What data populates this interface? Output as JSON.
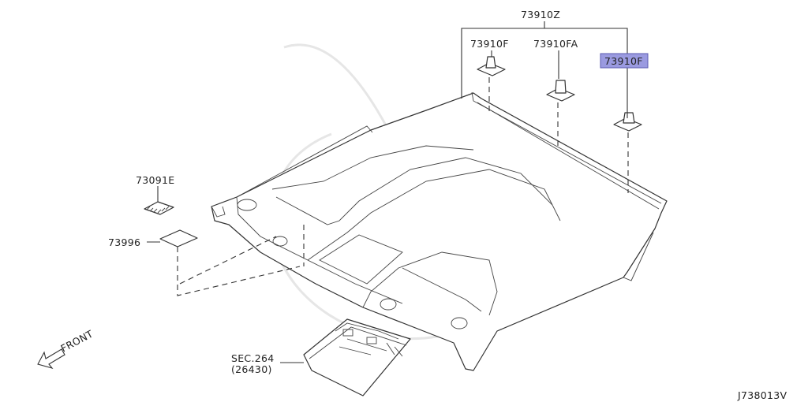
{
  "labels": {
    "assembly": "73910Z",
    "clip_left": "73910F",
    "clip_mid": "73910FA",
    "clip_right_highlighted": "73910F",
    "pad_upper": "73091E",
    "pad_lower": "73996",
    "section_ref": "SEC.264",
    "section_part": "(26430)",
    "front": "FRONT",
    "diagram_id": "J738013V"
  },
  "colors": {
    "highlight_fill": "#9a9ae0",
    "highlight_border": "#5a5ab0",
    "line": "#333333"
  }
}
